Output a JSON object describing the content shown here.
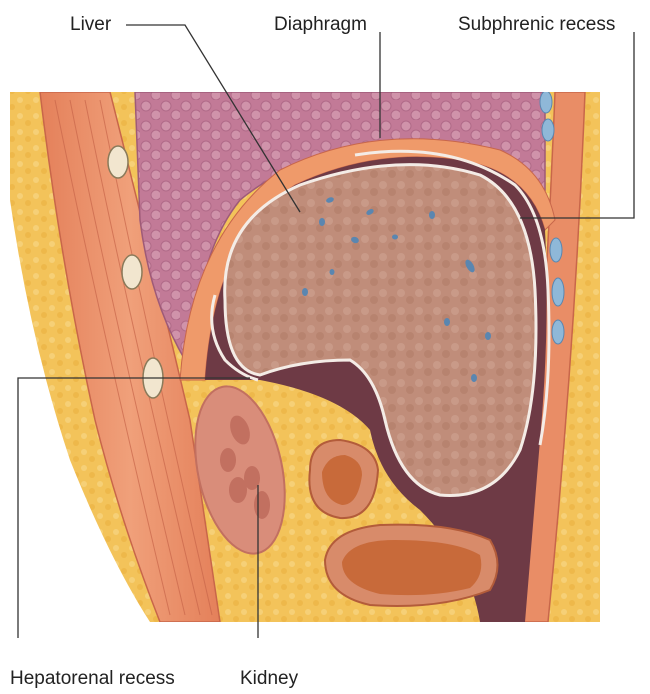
{
  "labels": {
    "liver": "Liver",
    "diaphragm": "Diaphragm",
    "subphrenic_recess": "Subphrenic recess",
    "hepatorenal_recess": "Hepatorenal recess",
    "kidney": "Kidney"
  },
  "colors": {
    "background": "#ffffff",
    "fat": "#f3c35a",
    "muscle": "#e88a62",
    "lung": "#c7809c",
    "peritoneal_space": "#6e3a45",
    "liver": "#c08d7a",
    "kidney": "#d98d7a",
    "bowel": "#c86a3a",
    "vessel": "#5a86b0",
    "leader": "#333333"
  }
}
